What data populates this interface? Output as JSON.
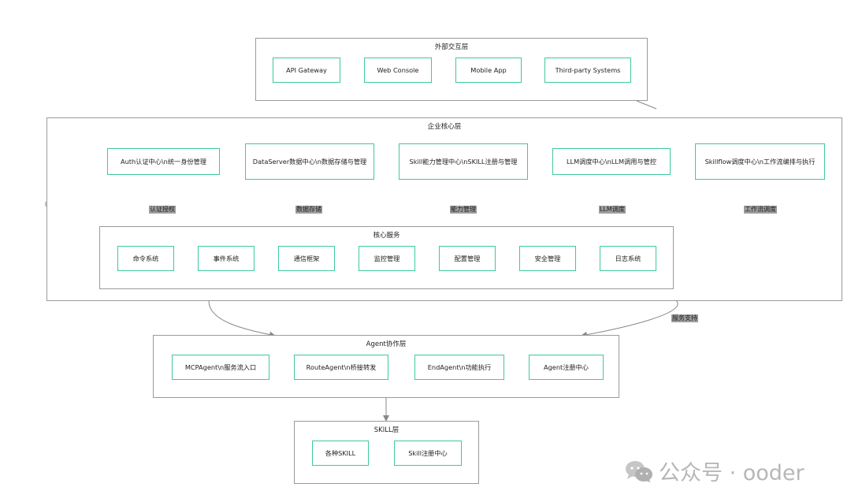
{
  "layers": {
    "external": {
      "title": "外部交互层",
      "nodes": [
        "API Gateway",
        "Web Console",
        "Mobile App",
        "Third-party Systems"
      ]
    },
    "enterprise": {
      "title": "企业核心层",
      "nodes": [
        "Auth认证中心\\n统一身份管理",
        "DataServer数据中心\\n数据存储与管理",
        "Skill能力管理中心\\nSKILL注册与管理",
        "LLM调度中心\\nLLM调用与管控",
        "Skillflow调度中心\\n工作流编排与执行"
      ]
    },
    "core_services": {
      "title": "核心服务",
      "nodes": [
        "命令系统",
        "事件系统",
        "通信框架",
        "监控管理",
        "配置管理",
        "安全管理",
        "日志系统"
      ]
    },
    "agent": {
      "title": "Agent协作层",
      "nodes": [
        "MCPAgent\\n服务流入口",
        "RouteAgent\\n桥接转发",
        "EndAgent\\n功能执行",
        "Agent注册中心"
      ]
    },
    "skill": {
      "title": "SKILL层",
      "nodes": [
        "各种SKILL",
        "Skill注册中心"
      ]
    }
  },
  "edge_labels": [
    "认证授权",
    "数据存储",
    "能力管理",
    "LLM调度",
    "工作流调度",
    "服务支持"
  ],
  "watermark": {
    "icon": "wechat-icon",
    "text": "公众号 · ooder"
  },
  "colors": {
    "node_border": "#3fc8a0",
    "group_border": "#9a9a9a",
    "edge": "#888888",
    "edge_label_bg": "#9e9e9e",
    "watermark": "#b7b7b7"
  }
}
